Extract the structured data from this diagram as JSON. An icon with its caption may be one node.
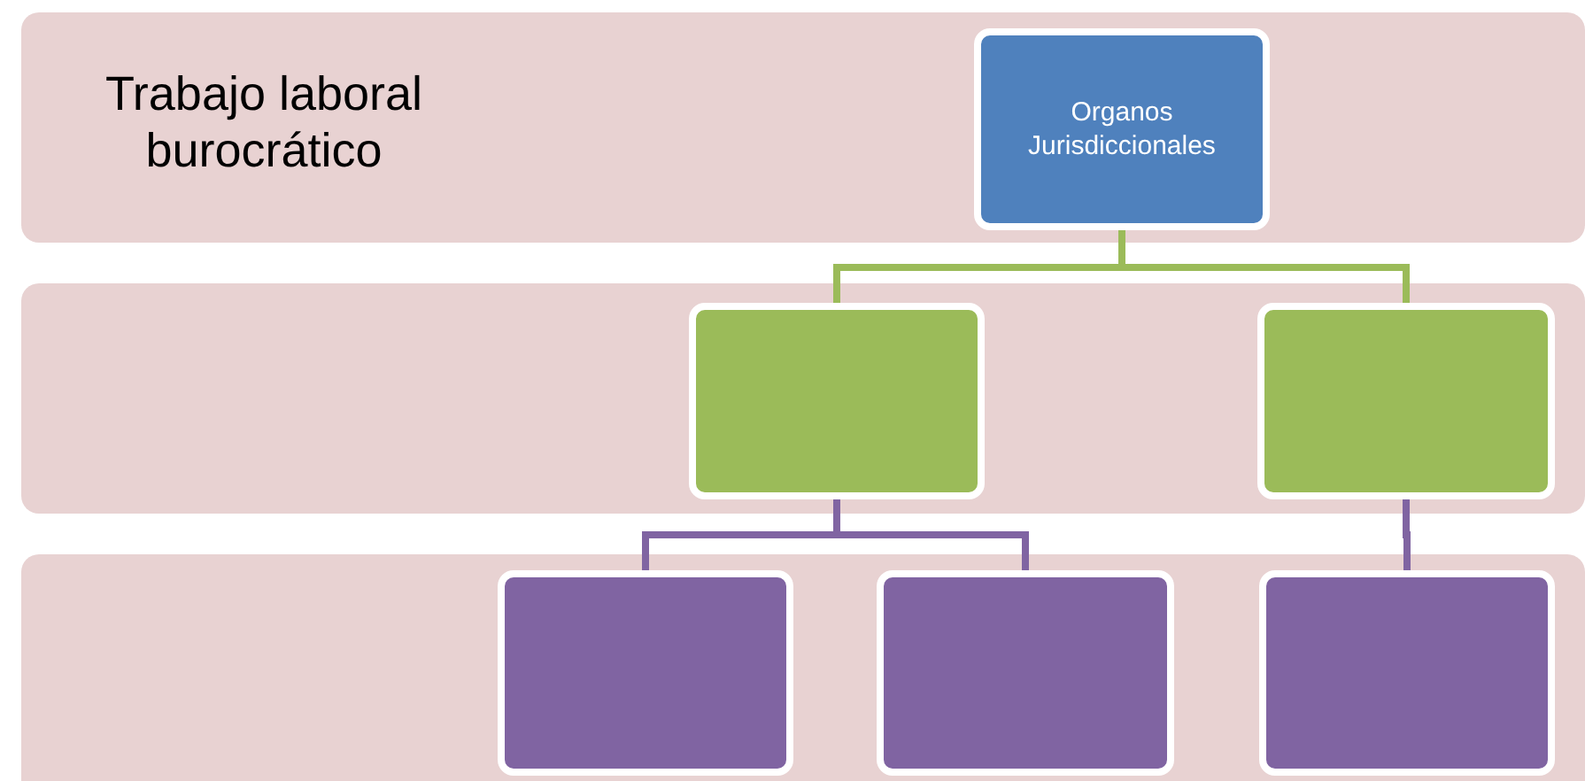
{
  "diagram": {
    "nodes": [
      {
        "text": [
          "Trabajo laboral burocrático"
        ]
      },
      {
        "text": [
          "Organos Jurisdiccionales"
        ],
        "in": 0
      },
      {
        "text": [],
        "shape": "band"
      },
      {
        "text": [],
        "shape": "box",
        "in": 2
      },
      {
        "text": [],
        "shape": "box",
        "in": 2
      },
      {
        "text": [],
        "shape": "band"
      },
      {
        "text": [],
        "shape": "box",
        "in": 5
      },
      {
        "text": [],
        "shape": "box",
        "in": 5
      },
      {
        "text": [],
        "shape": "box",
        "in": 5
      }
    ],
    "edges": [
      {
        "from": 1,
        "to": 3,
        "arrow": "none",
        "color": "#9bbb59"
      },
      {
        "from": 1,
        "to": 4,
        "arrow": "none",
        "color": "#9bbb59"
      },
      {
        "from": 3,
        "to": 6,
        "arrow": "none",
        "color": "#8064a2"
      },
      {
        "from": 3,
        "to": 7,
        "arrow": "none",
        "color": "#8064a2"
      },
      {
        "from": 4,
        "to": 8,
        "arrow": "none",
        "color": "#8064a2"
      }
    ]
  }
}
